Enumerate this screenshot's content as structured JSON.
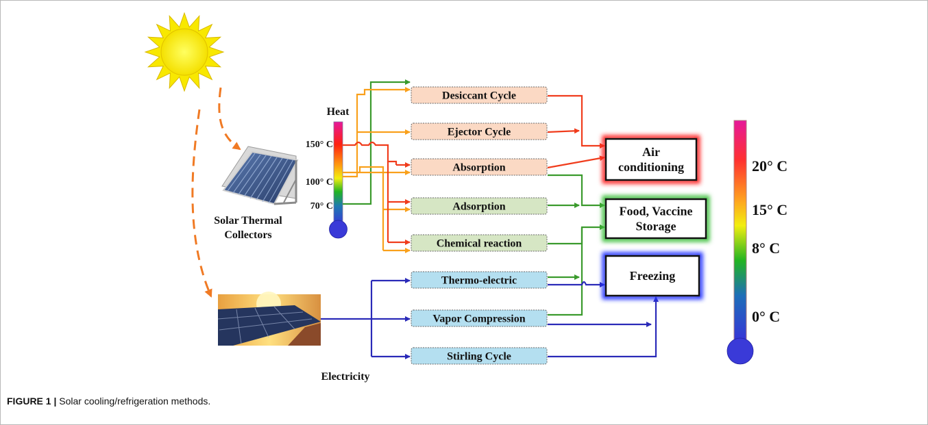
{
  "heat": {
    "title": "Heat",
    "temps": [
      "150° C",
      "100° C",
      "70° C"
    ]
  },
  "sources": {
    "collectors": [
      "Solar Thermal",
      "Collectors"
    ],
    "electricity": "Electricity"
  },
  "methods": [
    {
      "label": "Desiccant Cycle",
      "color": "#fbd9c4"
    },
    {
      "label": "Ejector Cycle",
      "color": "#fbd9c4"
    },
    {
      "label": "Absorption",
      "color": "#fbd9c4"
    },
    {
      "label": "Adsorption",
      "color": "#d6e6c4"
    },
    {
      "label": "Chemical reaction",
      "color": "#d6e6c4"
    },
    {
      "label": "Thermo-electric",
      "color": "#b4dff0"
    },
    {
      "label": "Vapor Compression",
      "color": "#b4dff0"
    },
    {
      "label": "Stirling Cycle",
      "color": "#b4dff0"
    }
  ],
  "outputs": [
    {
      "lines": [
        "Air",
        "conditioning"
      ],
      "glow": "#ff2020"
    },
    {
      "lines": [
        "Food, Vaccine",
        "Storage"
      ],
      "glow": "#40c040"
    },
    {
      "lines": [
        "Freezing"
      ],
      "glow": "#2030ff"
    }
  ],
  "scale": {
    "temps": [
      "20° C",
      "15° C",
      "8° C",
      "0° C"
    ]
  },
  "caption": {
    "prefix": "FIGURE 1 | ",
    "text": "Solar cooling/refrigeration methods."
  },
  "colors": {
    "red": "#f03c1c",
    "orange": "#f9a01b",
    "green": "#3a9a2c",
    "blue": "#2a2ab8",
    "dash": "#f07a24"
  }
}
